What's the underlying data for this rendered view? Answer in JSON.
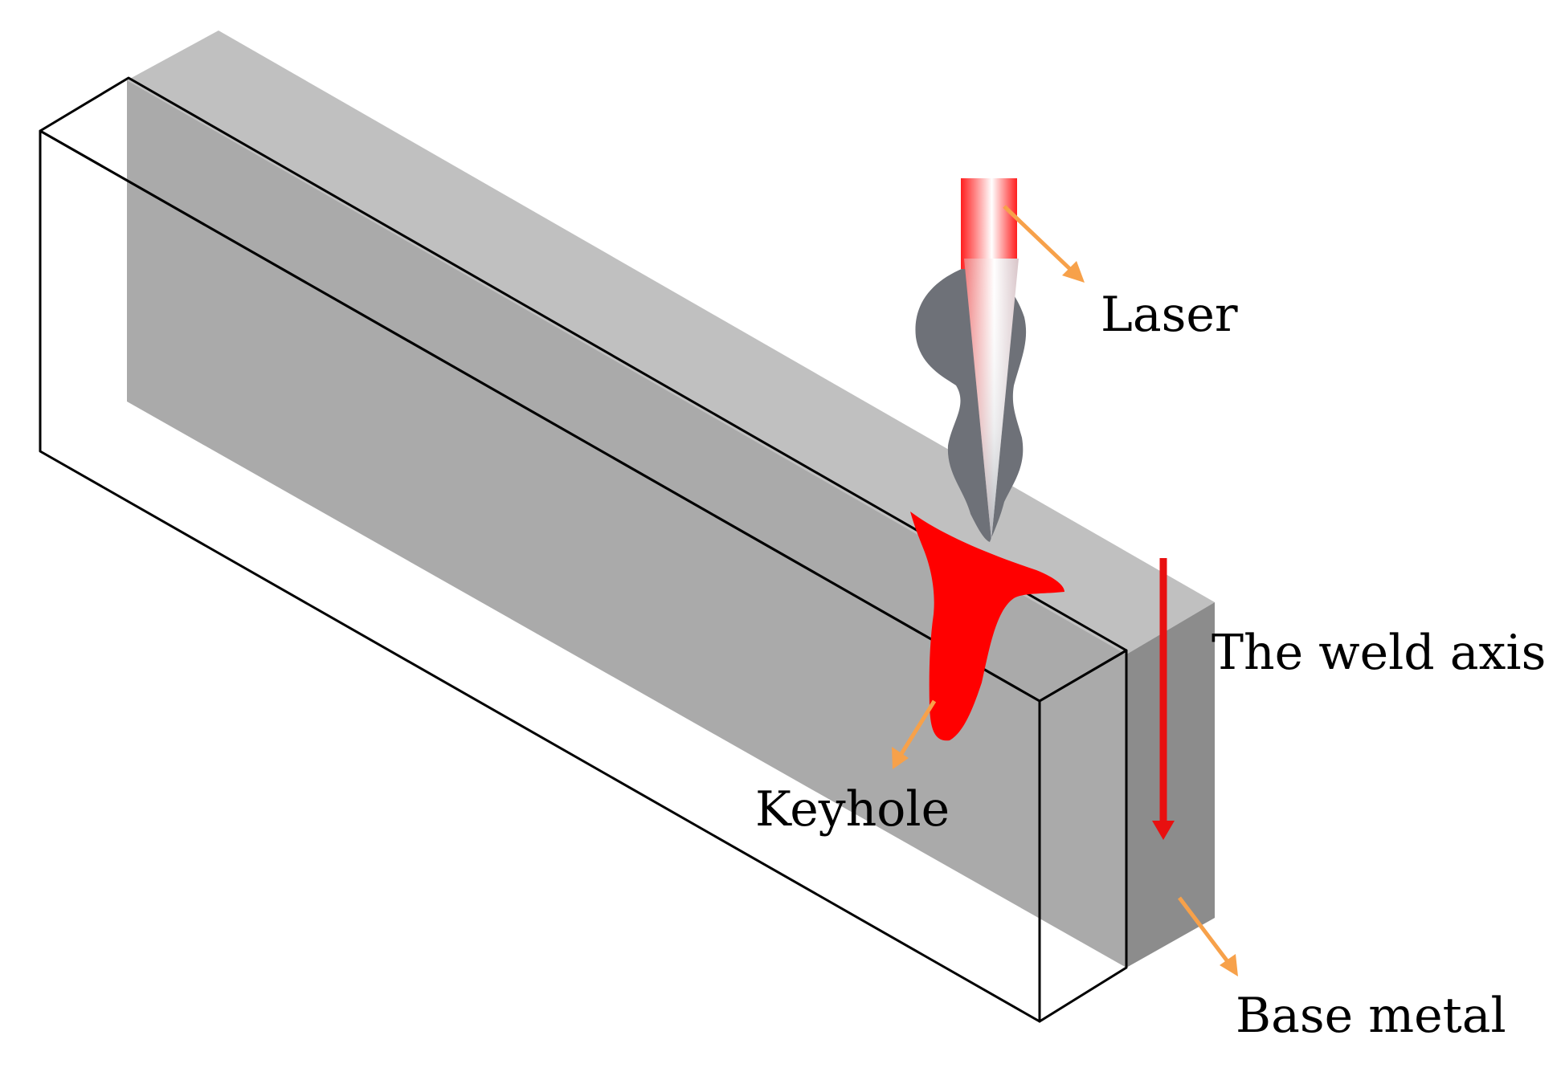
{
  "labels": {
    "laser": "Laser",
    "weld_axis": "The weld axis",
    "keyhole": "Keyhole",
    "base_metal": "Base metal"
  },
  "colors": {
    "plate_top": "#c0c0c0",
    "plate_front": "#aaaaaa",
    "plate_side": "#8c8c8c",
    "plume": "#6e7178",
    "keyhole": "#ff0000",
    "laser_beam": "#ff2a2a",
    "pointer_arrow": "#f7a14a",
    "weld_axis_arrow": "#e81010",
    "outline": "#000000"
  }
}
